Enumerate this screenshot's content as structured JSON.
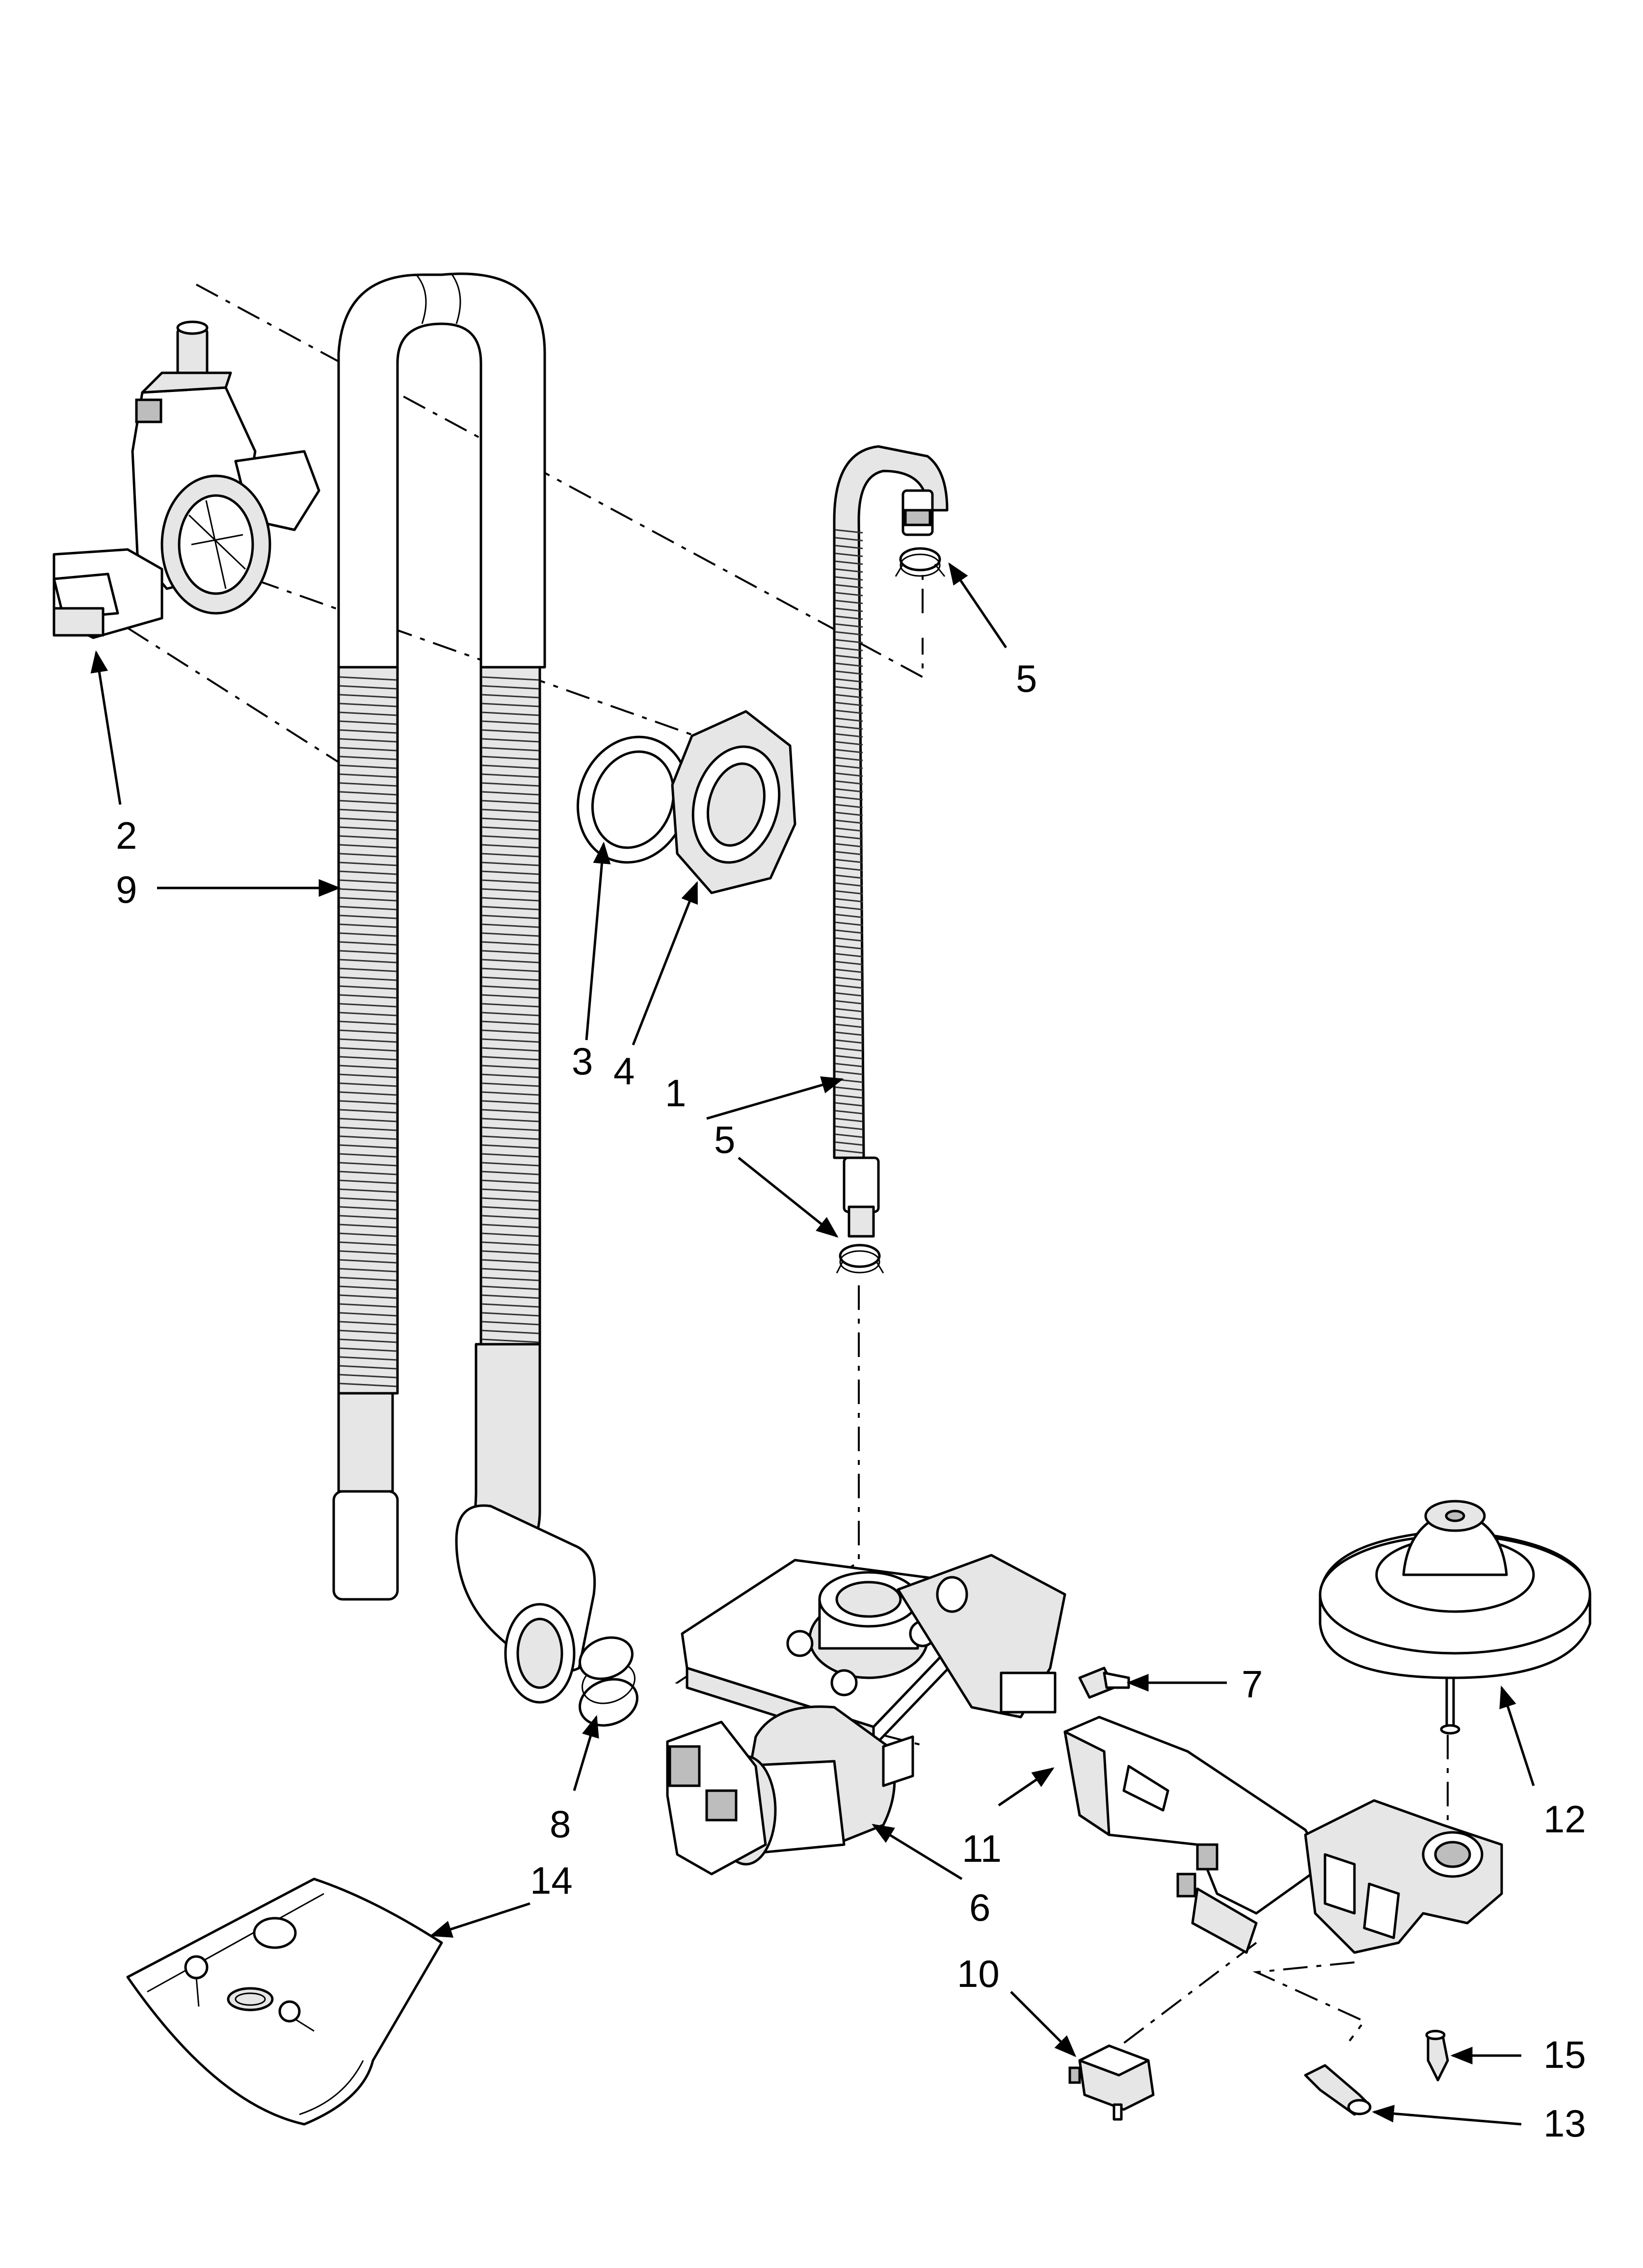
{
  "callouts": [
    {
      "id": "c1",
      "label": "1"
    },
    {
      "id": "c2",
      "label": "2"
    },
    {
      "id": "c3",
      "label": "3"
    },
    {
      "id": "c4",
      "label": "4"
    },
    {
      "id": "c5a",
      "label": "5"
    },
    {
      "id": "c5b",
      "label": "5"
    },
    {
      "id": "c6",
      "label": "6"
    },
    {
      "id": "c7",
      "label": "7"
    },
    {
      "id": "c8",
      "label": "8"
    },
    {
      "id": "c9",
      "label": "9"
    },
    {
      "id": "c10",
      "label": "10"
    },
    {
      "id": "c11",
      "label": "11"
    },
    {
      "id": "c12",
      "label": "12"
    },
    {
      "id": "c13",
      "label": "13"
    },
    {
      "id": "c14",
      "label": "14"
    },
    {
      "id": "c15",
      "label": "15"
    }
  ]
}
